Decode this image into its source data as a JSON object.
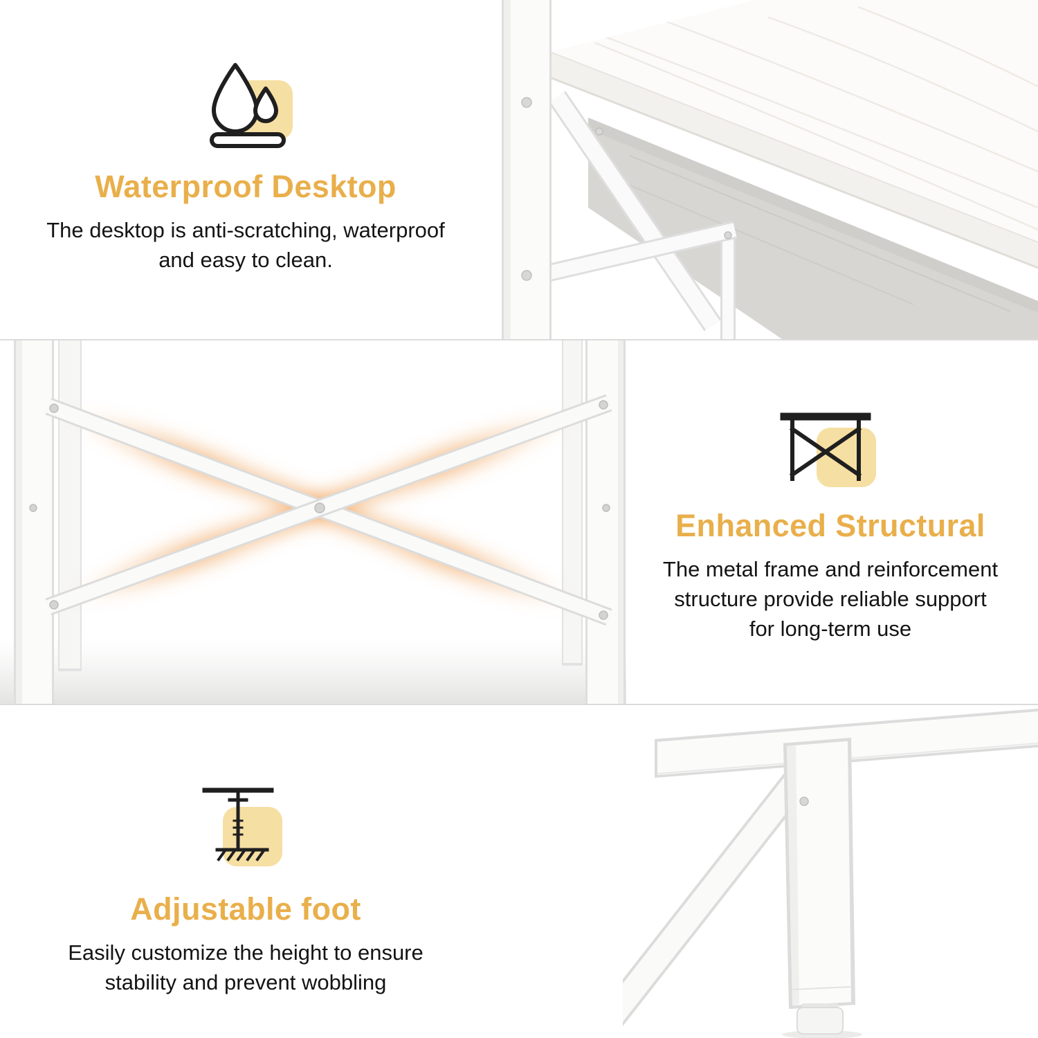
{
  "theme": {
    "accent": "#E9AF4B",
    "icon_bg": "#F6DFA2",
    "body_text": "#141414",
    "divider": "#DBDBDB",
    "glow": "#F0A45C",
    "icon_stroke": "#1F1F1F"
  },
  "sections": [
    {
      "icon": "water-drops-icon",
      "title": "Waterproof Desktop",
      "body": "The desktop is anti-scratching, waterproof\nand easy to clean."
    },
    {
      "icon": "desk-frame-icon",
      "title": "Enhanced Structural",
      "body": "The metal frame and reinforcement\nstructure provide reliable support\nfor long-term use"
    },
    {
      "icon": "adjustable-foot-icon",
      "title": "Adjustable foot",
      "body": "Easily customize the height to ensure\nstability and prevent wobbling"
    }
  ]
}
